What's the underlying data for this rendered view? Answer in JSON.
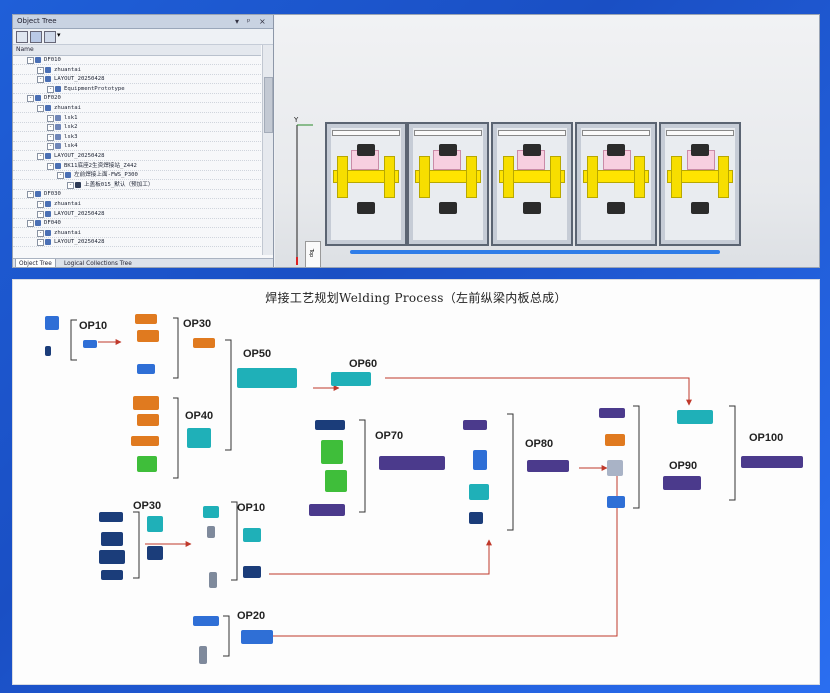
{
  "object_tree": {
    "title": "Object Tree",
    "pin_control": "▾ ᵖ ×",
    "column_name": "Name",
    "rows": [
      {
        "label": "DF010",
        "indent": 1,
        "color": "#4a6fb4"
      },
      {
        "label": "zhuantai",
        "indent": 2,
        "color": "#4a6fb4"
      },
      {
        "label": "LAYOUT_20250428",
        "indent": 2,
        "color": "#4a6fb4"
      },
      {
        "label": "EquipmentPrototype",
        "indent": 3,
        "color": "#4a6fb4"
      },
      {
        "label": "DF020",
        "indent": 1,
        "color": "#4a6fb4"
      },
      {
        "label": "zhuantai",
        "indent": 2,
        "color": "#4a6fb4"
      },
      {
        "label": "lsk1",
        "indent": 3,
        "color": "#6f86b8"
      },
      {
        "label": "lsk2",
        "indent": 3,
        "color": "#6f86b8"
      },
      {
        "label": "lsk3",
        "indent": 3,
        "color": "#6f86b8"
      },
      {
        "label": "lsk4",
        "indent": 3,
        "color": "#6f86b8"
      },
      {
        "label": "LAYOUT_20250428",
        "indent": 2,
        "color": "#4a6fb4"
      },
      {
        "label": "BK11底座2生资焊接站_Z442",
        "indent": 3,
        "color": "#4a6fb4"
      },
      {
        "label": "左前焊接上面-FWS_P300",
        "indent": 4,
        "color": "#4a6fb4"
      },
      {
        "label": "上盖板015_默认（预加工）",
        "indent": 5,
        "color": "#2d3a55"
      },
      {
        "label": "DF030",
        "indent": 1,
        "color": "#4a6fb4"
      },
      {
        "label": "zhuantai",
        "indent": 2,
        "color": "#4a6fb4"
      },
      {
        "label": "LAYOUT_20250428",
        "indent": 2,
        "color": "#4a6fb4"
      },
      {
        "label": "DF040",
        "indent": 1,
        "color": "#4a6fb4"
      },
      {
        "label": "zhuantai",
        "indent": 2,
        "color": "#4a6fb4"
      },
      {
        "label": "LAYOUT_20250428",
        "indent": 2,
        "color": "#4a6fb4"
      }
    ],
    "tabs": [
      "Object Tree",
      "Logical Collections Tree"
    ]
  },
  "viewport": {
    "axis_x": "Y",
    "view_label": "Top"
  },
  "diagram": {
    "title": "焊接工艺规划Welding Process（左前纵梁内板总成）",
    "ops": [
      {
        "id": "op10a",
        "label": "OP10"
      },
      {
        "id": "op30a",
        "label": "OP30"
      },
      {
        "id": "op40",
        "label": "OP40"
      },
      {
        "id": "op50",
        "label": "OP50"
      },
      {
        "id": "op60a",
        "label": "OP60"
      },
      {
        "id": "op70",
        "label": "OP70"
      },
      {
        "id": "op80",
        "label": "OP80"
      },
      {
        "id": "op90",
        "label": "OP90"
      },
      {
        "id": "op100",
        "label": "OP100"
      },
      {
        "id": "op30b",
        "label": "OP30"
      },
      {
        "id": "op10b",
        "label": "OP10"
      },
      {
        "id": "op20",
        "label": "OP20"
      }
    ],
    "colors": {
      "bracket": "#333333",
      "arrow": "#c0392b",
      "orange": "#e07a1f",
      "purple": "#4b3a8c",
      "teal": "#1fb0b8",
      "green": "#3fbe3a",
      "navy": "#1b3d7a",
      "blue": "#2f6fd6"
    }
  }
}
